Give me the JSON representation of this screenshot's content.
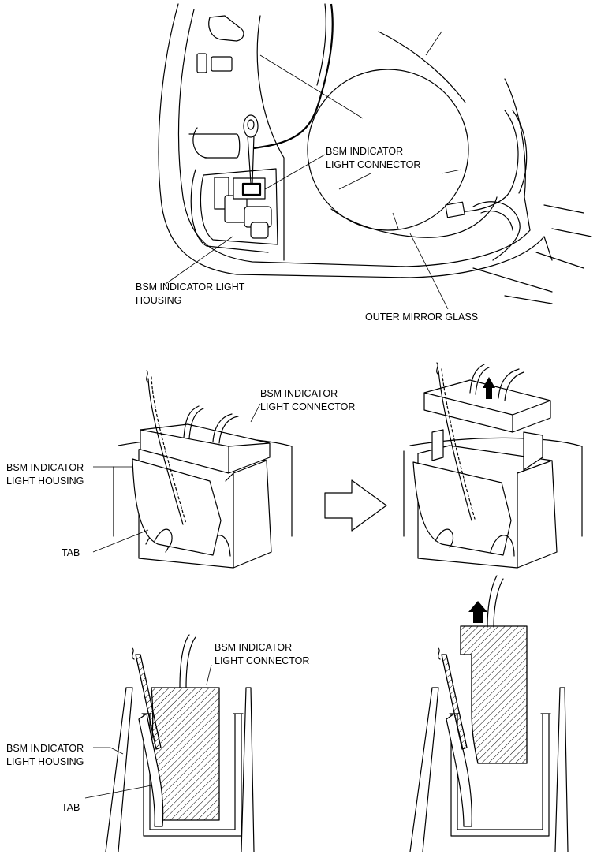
{
  "labels": {
    "top_connector_1": "BSM INDICATOR",
    "top_connector_2": "LIGHT CONNECTOR",
    "top_housing_1": "BSM INDICATOR LIGHT",
    "top_housing_2": "HOUSING",
    "top_glass": "OUTER MIRROR GLASS",
    "mid_connector_1": "BSM INDICATOR",
    "mid_connector_2": "LIGHT CONNECTOR",
    "mid_housing_1": "BSM INDICATOR",
    "mid_housing_2": "LIGHT HOUSING",
    "mid_tab": "TAB",
    "bot_connector_1": "BSM INDICATOR",
    "bot_connector_2": "LIGHT CONNECTOR",
    "bot_housing_1": "BSM INDICATOR",
    "bot_housing_2": "LIGHT HOUSING",
    "bot_tab": "TAB"
  },
  "icons": {
    "direction_arrow": "hollow-right-arrow-icon",
    "pull_arrow": "solid-up-arrow-icon"
  }
}
